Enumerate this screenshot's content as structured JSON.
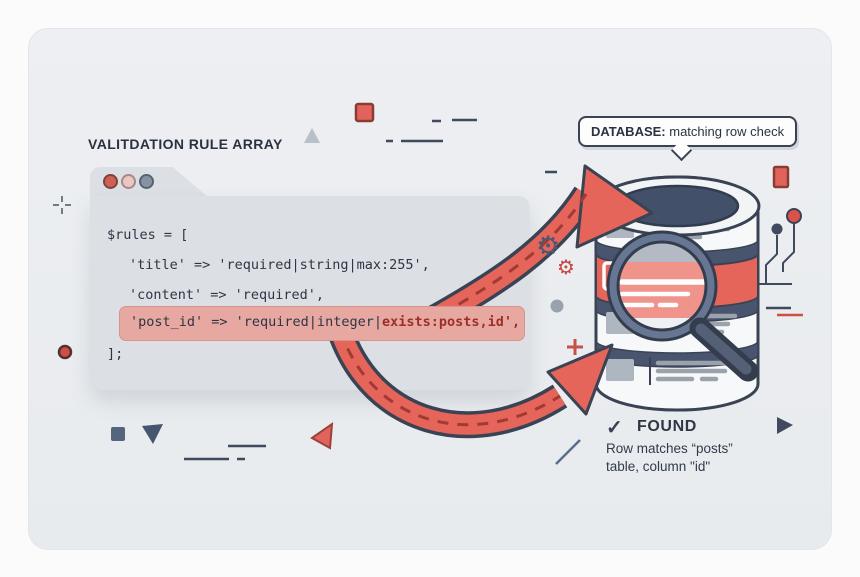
{
  "title": "VALITDATION RULE ARRAY",
  "code_window": {
    "lines": {
      "l1": "$rules = [",
      "l2": "'title' => 'required|string|max:255',",
      "l3": "'content' => 'required',",
      "l4_normal": "'post_id' => 'required|integer|",
      "l4_bold": "exists:posts,id',",
      "l5": "];"
    }
  },
  "bubble": {
    "label": "DATABASE:",
    "text": " matching row check"
  },
  "result": {
    "check": "✓",
    "title": "FOUND",
    "line1": "Row matches “posts”",
    "line2": "table, column \"id\""
  },
  "icons": {
    "gear_large": "⚙",
    "gear_small": "⚙"
  },
  "colors": {
    "accent_red": "#e5655b",
    "deep_red": "#a03a33",
    "navy": "#3a4354",
    "highlight_pink": "#e8a8a2",
    "code_text": "#2e3544",
    "bold_red": "#9c2f27",
    "rim": "#49556e"
  }
}
